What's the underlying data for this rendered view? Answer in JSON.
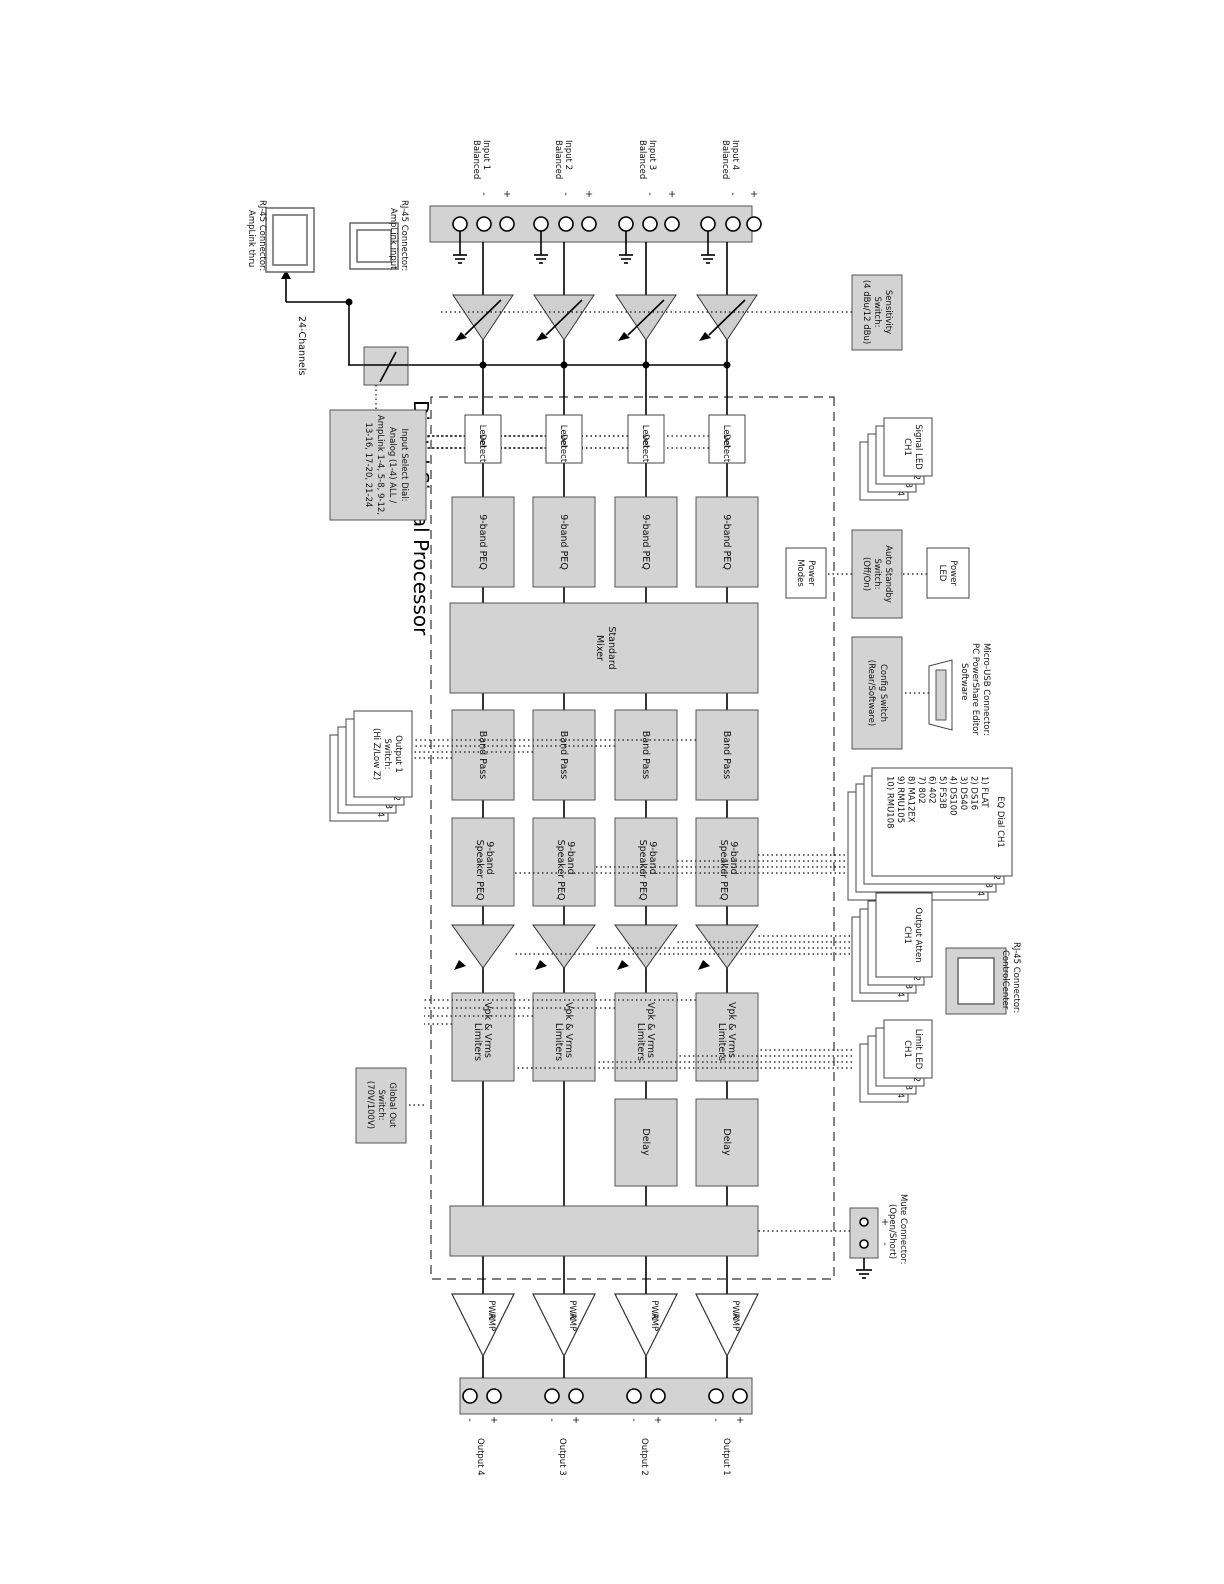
{
  "diagram_title": "Digital Signal Processor",
  "inputs": [
    {
      "label": "Input 1",
      "sub": "Balanced"
    },
    {
      "label": "Input 2",
      "sub": "Balanced"
    },
    {
      "label": "Input 3",
      "sub": "Balanced"
    },
    {
      "label": "Input 4",
      "sub": "Balanced"
    }
  ],
  "outputs": [
    "Output 1",
    "Output 2",
    "Output 3",
    "Output 4"
  ],
  "polarity": {
    "plus": "+",
    "minus": "-"
  },
  "rj45_in": {
    "line1": "RJ-45 Connector:",
    "line2": "AmpLink input"
  },
  "rj45_thru": {
    "line1": "RJ-45 Connector:",
    "line2": "AmpLink thru"
  },
  "channels_label": "24-Channels",
  "input_select": [
    "Input Select Dial:",
    "Analog (1-4) ALL /",
    "AmpLink 1-4, 5-8, 9-12,",
    "13-16, 17-20, 21-24"
  ],
  "sensitivity": [
    "Sensitivity",
    "Switch:",
    "(4 dBu/12 dBu)"
  ],
  "signal_led": [
    "Signal LED",
    "CH1"
  ],
  "auto_standby": [
    "Auto Standby",
    "Switch:",
    "(Off/On)"
  ],
  "power_led": [
    "Power",
    "LED"
  ],
  "power_modes": [
    "Power",
    "Modes"
  ],
  "config_switch": [
    "Config Switch",
    "(Rear/Software)"
  ],
  "usb": [
    "Micro-USB Connector:",
    "PC PowerShare Editor",
    "Software"
  ],
  "eq_dial": {
    "title": "EQ Dial CH1",
    "items": [
      "1) FLAT",
      "2) DS16",
      "3) DS40",
      "4) DS100",
      "5) FS3B",
      "6) 402",
      "7) 802",
      "8) MA12EX",
      "9) RMU105",
      "10) RMU108"
    ]
  },
  "output_atten": [
    "Output Atten",
    "CH1"
  ],
  "control_center": [
    "RJ-45 Connector:",
    "ControlCenter"
  ],
  "limit_led": [
    "Limit LED",
    "CH1"
  ],
  "mute_connector": [
    "Mute Connector:",
    "(Open/Short)"
  ],
  "output_switch": [
    "Output 1",
    "Switch:",
    "(Hi Z/Low Z)"
  ],
  "out_stack": [
    "OUT 2",
    "OUT 3",
    "OUT 4"
  ],
  "global_out": [
    "Global Out",
    "Switch:",
    "(70V/100V)"
  ],
  "ch_stack": [
    "CH 2",
    "CH 3",
    "CH 4"
  ],
  "blocks": {
    "level_detect": [
      "Level",
      "Detect"
    ],
    "peq": "9-band PEQ",
    "mixer": [
      "Standard",
      "Mixer"
    ],
    "band_pass": "Band Pass",
    "speaker_peq": [
      "9-band",
      "Speaker PEQ"
    ],
    "limiters": [
      "Vpk & Vrms",
      "Limiters"
    ],
    "delay": "Delay",
    "pwr_amp": [
      "PWR",
      "AMP"
    ]
  }
}
